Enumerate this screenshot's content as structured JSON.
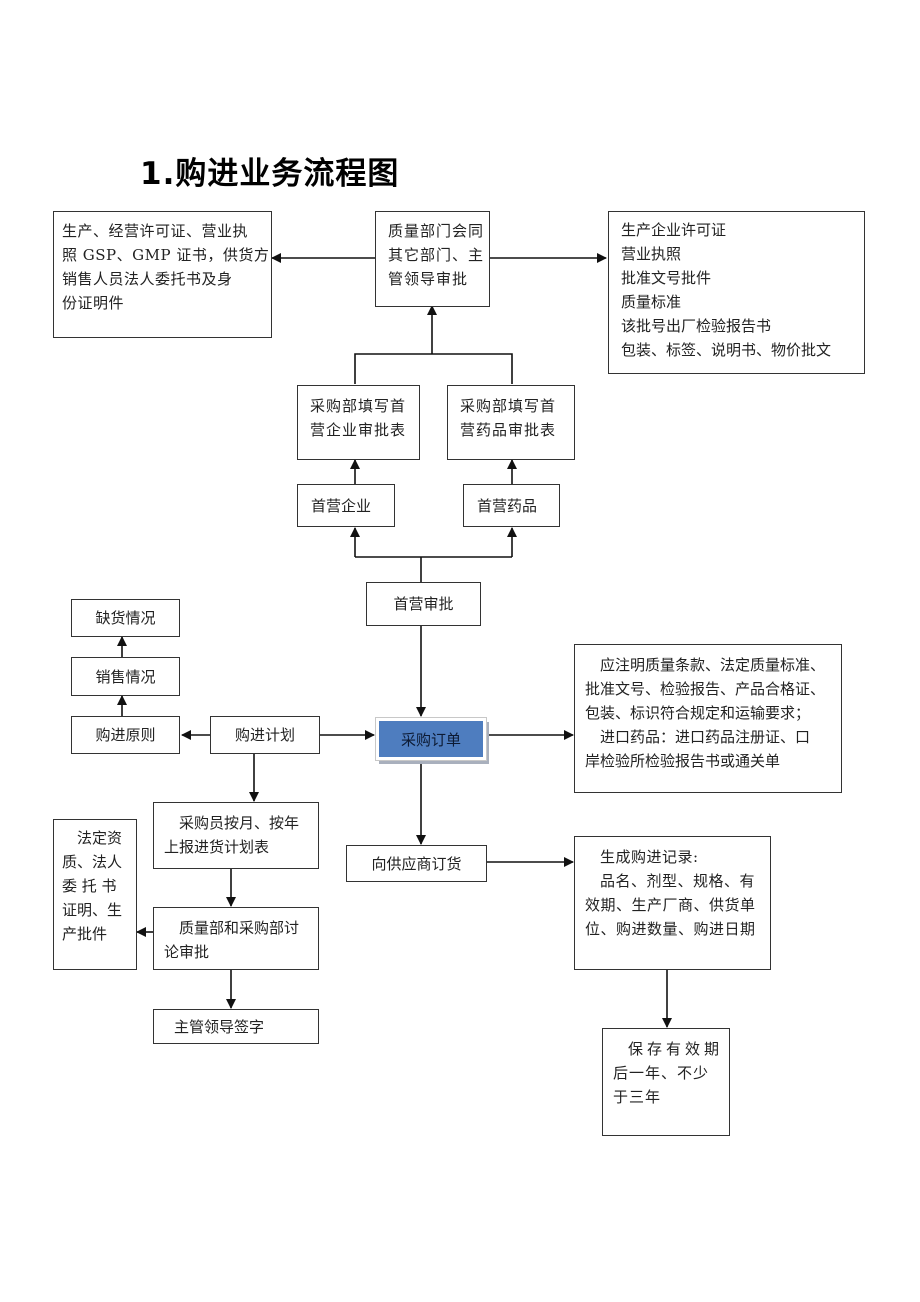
{
  "title": "1.购进业务流程图",
  "nodes": {
    "qualifications_left": {
      "lines": [
        "生产、经营许可证、营业执",
        "照 GSP、GMP 证书，供货方",
        "销售人员法人委托书及身",
        "份证明件"
      ]
    },
    "quality_dept_review": {
      "lines": [
        "质量部门会同",
        "其它部门、主",
        "管领导审批"
      ]
    },
    "documents_right": {
      "lines": [
        "生产企业许可证",
        "营业执照",
        "批准文号批件",
        "质量标准",
        "该批号出厂检验报告书",
        "包装、标签、说明书、物价批文"
      ]
    },
    "enterprise_form": {
      "lines": [
        "采购部填写首",
        "营企业审批表"
      ]
    },
    "drug_form": {
      "lines": [
        "采购部填写首",
        "营药品审批表"
      ]
    },
    "first_enterprise": {
      "label": "首营企业"
    },
    "first_drug": {
      "label": "首营药品"
    },
    "first_approval": {
      "label": "首营审批"
    },
    "shortage": {
      "label": "缺货情况"
    },
    "sales": {
      "label": "销售情况"
    },
    "purchase_principle": {
      "label": "购进原则"
    },
    "purchase_plan": {
      "label": "购进计划"
    },
    "purchase_order": {
      "label": "采购订单"
    },
    "order_requirements": {
      "lines": [
        "应注明质量条款、法定质量标准、",
        "批准文号、检验报告、产品合格证、",
        "包装、标识符合规定和运输要求；",
        "进口药品：进口药品注册证、口",
        "岸检验所检验报告书或通关单"
      ]
    },
    "monthly_plan": {
      "lines": [
        "采购员按月、按年",
        "上报进货计划表"
      ]
    },
    "legal_docs": {
      "lines": [
        "法定资",
        "质、法人",
        "委 托 书",
        "证明、生",
        "产批件"
      ]
    },
    "joint_review": {
      "lines": [
        "质量部和采购部讨",
        "论审批"
      ]
    },
    "supervisor_sign": {
      "label": "主管领导签字"
    },
    "order_from_supplier": {
      "label": "向供应商订货"
    },
    "purchase_record": {
      "lines": [
        "生成购进记录:",
        "品名、剂型、规格、有",
        "效期、生产厂商、供货单",
        "位、购进数量、购进日期"
      ]
    },
    "retention": {
      "lines": [
        "保存有效期",
        "后一年、不少",
        "于三年"
      ]
    }
  },
  "colors": {
    "order_fill": "#4e7dbf",
    "line": "#111111"
  }
}
